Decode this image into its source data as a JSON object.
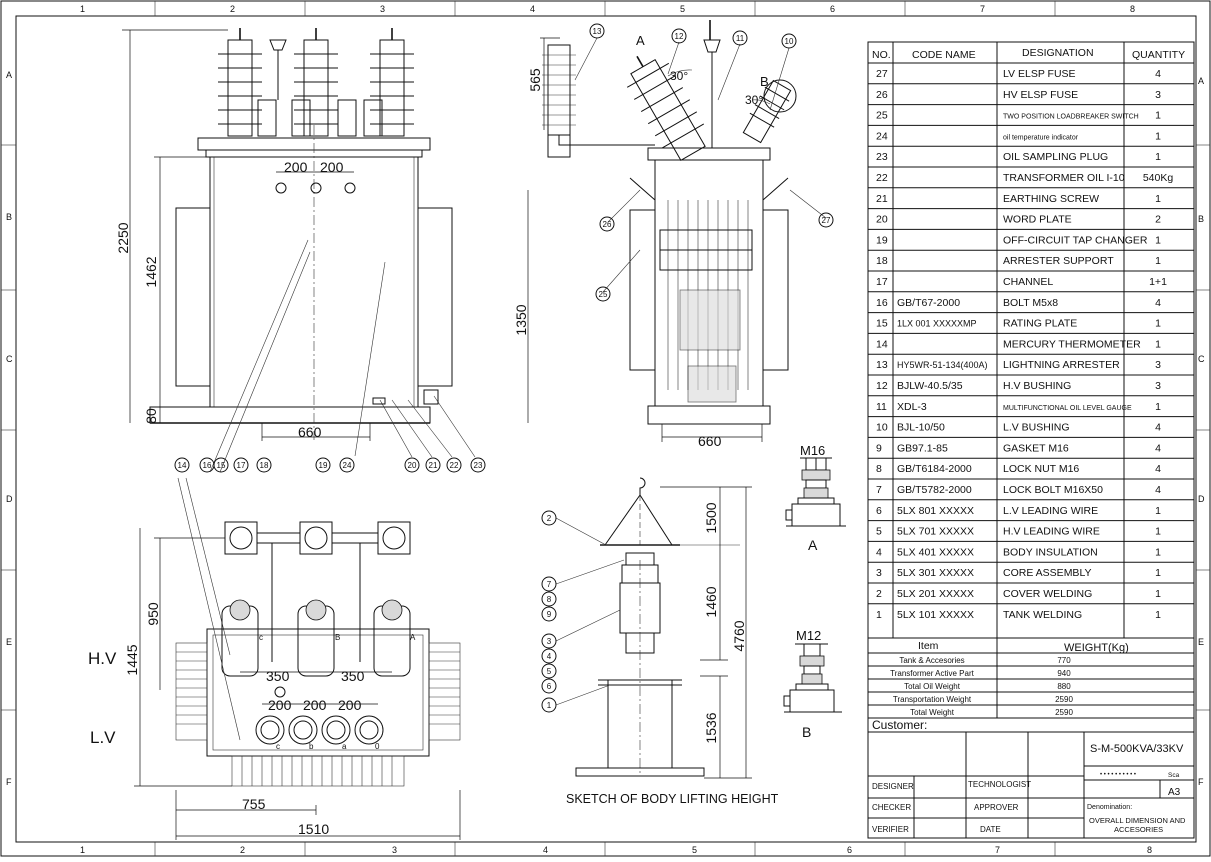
{
  "grid": {
    "cols": [
      "1",
      "2",
      "3",
      "4",
      "5",
      "6",
      "7",
      "8"
    ],
    "rows": [
      "A",
      "B",
      "C",
      "D",
      "E",
      "F"
    ]
  },
  "dims": {
    "front_total_h": "2250",
    "front_tank_h": "1462",
    "front_base_h": "80",
    "front_spacing_1": "200",
    "front_spacing_2": "200",
    "front_width": "660",
    "front_inner_h": "1350",
    "side_top_h": "565",
    "side_width": "660",
    "top_hv_h": "950",
    "top_total_h": "1445",
    "top_hv_spacing_1": "350",
    "top_hv_spacing_2": "350",
    "top_lv_spacing_1": "200",
    "top_lv_spacing_2": "200",
    "top_lv_spacing_3": "200",
    "top_half_w": "755",
    "top_total_w": "1510",
    "lift_1": "1500",
    "lift_2": "1460",
    "lift_total": "4760",
    "lift_3": "1536",
    "angle_a": "30°",
    "angle_b": "30°"
  },
  "labels": {
    "hv": "H.V",
    "lv": "L.V",
    "view_a": "A",
    "view_b": "B",
    "detail_a_title": "M16",
    "detail_a_label": "A",
    "detail_b_title": "M12",
    "detail_b_label": "B",
    "sketch_caption": "SKETCH OF BODY LIFTING HEIGHT",
    "phase_c": "c",
    "phase_b": "B",
    "phase_a": "A",
    "lv_c": "c",
    "lv_b": "b",
    "lv_a": "a",
    "lv_0": "0"
  },
  "callouts": {
    "front": [
      "16",
      "15",
      "17",
      "18",
      "19",
      "14",
      "24",
      "20",
      "21",
      "22",
      "23"
    ],
    "side": [
      "13",
      "12",
      "11",
      "10",
      "26",
      "27",
      "25"
    ],
    "sketch": [
      "2",
      "7",
      "8",
      "9",
      "3",
      "4",
      "5",
      "6",
      "1"
    ]
  },
  "table": {
    "headers": {
      "no": "NO.",
      "code": "CODE NAME",
      "designation": "DESIGNATION",
      "quantity": "QUANTITY"
    },
    "rows": [
      {
        "no": "27",
        "code": "",
        "designation": "LV ELSP FUSE",
        "qty": "4"
      },
      {
        "no": "26",
        "code": "",
        "designation": "HV ELSP FUSE",
        "qty": "3"
      },
      {
        "no": "25",
        "code": "",
        "designation": "TWO POSITION LOADBREAKER SWITCH",
        "qty": "1"
      },
      {
        "no": "24",
        "code": "",
        "designation": "oil temperature indicator",
        "qty": "1"
      },
      {
        "no": "23",
        "code": "",
        "designation": "OIL SAMPLING PLUG",
        "qty": "1"
      },
      {
        "no": "22",
        "code": "",
        "designation": "TRANSFORMER OIL  I-10",
        "qty": "540Kg"
      },
      {
        "no": "21",
        "code": "",
        "designation": "EARTHING SCREW",
        "qty": "1"
      },
      {
        "no": "20",
        "code": "",
        "designation": "WORD PLATE",
        "qty": "2"
      },
      {
        "no": "19",
        "code": "",
        "designation": "OFF-CIRCUIT TAP CHANGER",
        "qty": "1"
      },
      {
        "no": "18",
        "code": "",
        "designation": "ARRESTER SUPPORT",
        "qty": "1"
      },
      {
        "no": "17",
        "code": "",
        "designation": "CHANNEL",
        "qty": "1+1"
      },
      {
        "no": "16",
        "code": "GB/T67-2000",
        "designation": "BOLT   M5x8",
        "qty": "4"
      },
      {
        "no": "15",
        "code": "1LX 001 XXXXXMP",
        "designation": "RATING PLATE",
        "qty": "1"
      },
      {
        "no": "14",
        "code": "",
        "designation": "MERCURY THERMOMETER",
        "qty": "1"
      },
      {
        "no": "13",
        "code": "HY5WR-51-134(400A)",
        "designation": "LIGHTNING ARRESTER",
        "qty": "3"
      },
      {
        "no": "12",
        "code": "BJLW-40.5/35",
        "designation": "H.V BUSHING",
        "qty": "3"
      },
      {
        "no": "11",
        "code": "XDL-3",
        "designation": "MULTIFUNCTIONAL OIL LEVEL GAUGE",
        "qty": "1"
      },
      {
        "no": "10",
        "code": "BJL-10/50",
        "designation": "L.V BUSHING",
        "qty": "4"
      },
      {
        "no": "9",
        "code": "GB97.1-85",
        "designation": "GASKET          M16",
        "qty": "4"
      },
      {
        "no": "8",
        "code": "GB/T6184-2000",
        "designation": "LOCK NUT   M16",
        "qty": "4"
      },
      {
        "no": "7",
        "code": "GB/T5782-2000",
        "designation": "LOCK BOLT   M16X50",
        "qty": "4"
      },
      {
        "no": "6",
        "code": "5LX 801 XXXXX",
        "designation": "L.V LEADING WIRE",
        "qty": "1"
      },
      {
        "no": "5",
        "code": "5LX 701 XXXXX",
        "designation": "H.V LEADING WIRE",
        "qty": "1"
      },
      {
        "no": "4",
        "code": "5LX 401 XXXXX",
        "designation": "BODY INSULATION",
        "qty": "1"
      },
      {
        "no": "3",
        "code": "5LX 301 XXXXX",
        "designation": "CORE ASSEMBLY",
        "qty": "1"
      },
      {
        "no": "2",
        "code": "5LX 201 XXXXX",
        "designation": "COVER WELDING",
        "qty": "1"
      },
      {
        "no": "1",
        "code": "5LX 101 XXXXX",
        "designation": "TANK WELDING",
        "qty": "1"
      }
    ]
  },
  "weights": {
    "header_item": "Item",
    "header_weight": "WEIGHT(Kg)",
    "rows": [
      {
        "item": "Tank & Accesories",
        "w": "770"
      },
      {
        "item": "Transformer Active Part",
        "w": "940"
      },
      {
        "item": "Total Oil Weight",
        "w": "880"
      },
      {
        "item": "Transportation Weight",
        "w": "2590"
      },
      {
        "item": "Total Weight",
        "w": "2590"
      }
    ]
  },
  "title_block": {
    "customer": "Customer:",
    "model": "S-M-500KVA/33KV",
    "scale_label": "Sca",
    "sheet_size": "A3",
    "designer": "DESIGNER",
    "technologist": "TECHNOLOGIST",
    "checker": "CHECKER",
    "approver": "APPROVER",
    "verifier": "VERIFIER",
    "date": "DATE",
    "denomination_label": "Denomination:",
    "denomination_1": "OVERALL DIMENSION AND",
    "denomination_2": "ACCESORIES"
  }
}
